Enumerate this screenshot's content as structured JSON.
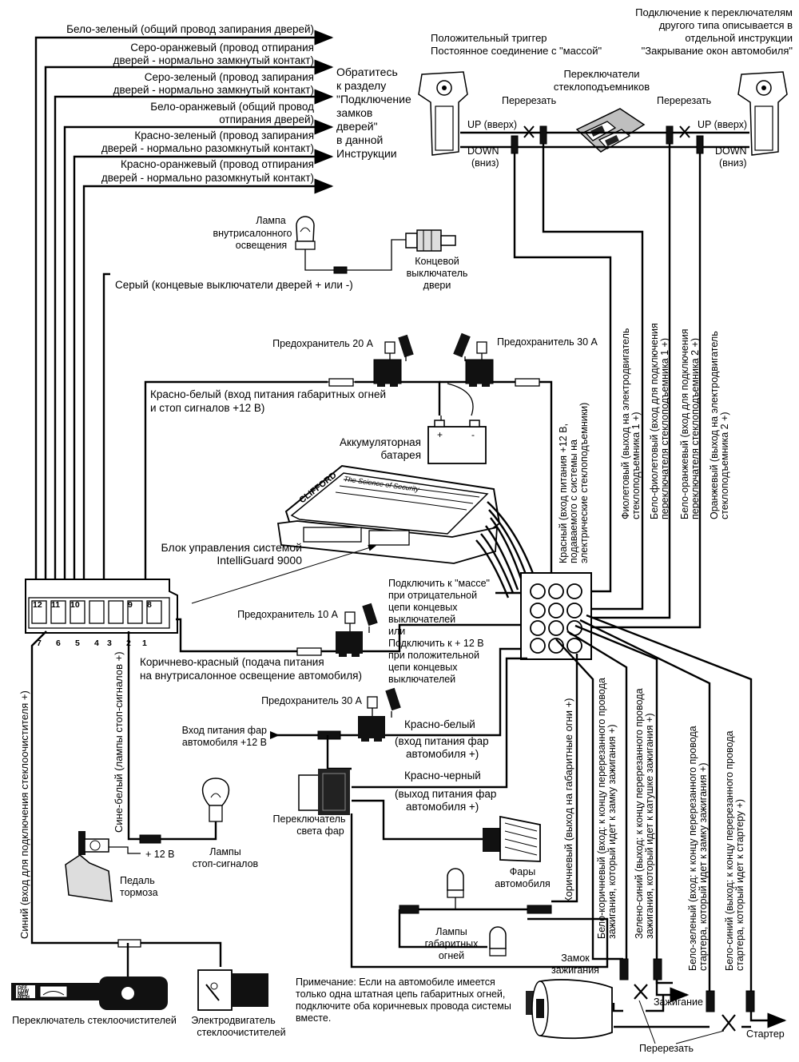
{
  "top": {
    "other_switch_note": [
      "Подключение к переключателям",
      "другого типа описывается в",
      "отдельной инструкции",
      "\"Закрывание окон автомобиля\""
    ],
    "positive_trigger": "Положительный триггер",
    "ground_constant": "Постоянное соединение с \"массой\"",
    "window_switches": [
      "Переключатели",
      "стеклоподъемников"
    ],
    "cut": "Перерезать",
    "up": "UP (вверх)",
    "down": [
      "DOWN",
      "(вниз)"
    ]
  },
  "locks": {
    "wires": [
      [
        "Бело-зеленый (общий провод запирания дверей)"
      ],
      [
        "Серо-оранжевый (провод отпирания",
        "дверей - нормально замкнутый контакт)"
      ],
      [
        "Серо-зеленый (провод запирания",
        "дверей - нормально замкнутый контакт)"
      ],
      [
        "Бело-оранжевый (общий провод",
        "отпирания дверей)"
      ],
      [
        "Красно-зеленый (провод запирания",
        "дверей - нормально разомкнутый контакт)"
      ],
      [
        "Красно-оранжевый (провод отпирания",
        "дверей - нормально разомкнутый контакт)"
      ]
    ],
    "refer": [
      "Обратитесь",
      "к разделу",
      "\"Подключение",
      "замков",
      "дверей\"",
      "в данной",
      "Инструкции"
    ]
  },
  "interior": {
    "lamp": [
      "Лампа",
      "внутрисалонного",
      "освещения"
    ],
    "door_switch": [
      "Концевой",
      "выключатель",
      "двери"
    ],
    "gray_wire": "Серый (концевые выключатели дверей + или -)"
  },
  "power": {
    "fuse20": "Предохранитель 20 А",
    "fuse30": "Предохранитель 30 А",
    "red_white": [
      "Красно-белый (вход питания габаритных огней",
      "и стоп сигналов +12 В)"
    ],
    "battery": [
      "Аккумуляторная",
      "батарея"
    ],
    "red_wire": [
      "Красный (вход питания +12 В,",
      "подаваемого с системы на",
      "электрические стеклоподъемники)"
    ]
  },
  "windows": {
    "violet": [
      "Фиолетовый (выход на электродвигатель",
      "стеклоподъемника 1 +)"
    ],
    "white_violet": [
      "Бело-фиолетовый (вход для подключения",
      "переключателя стеклоподъемника 1 +)"
    ],
    "white_orange": [
      "Бело-оранжевый (вход для подключения",
      "переключателя стеклоподъемника 2 +)"
    ],
    "orange": [
      "Оранжевый (выход на электродвигатель",
      "стеклоподъемника 2 +)"
    ]
  },
  "unit": {
    "label": [
      "Блок управления системой",
      "IntelliGuard 9000"
    ],
    "brand": "CLIFFORD",
    "slogan": "The Science of Security",
    "connector_pins_top": [
      "12",
      "11",
      "10",
      "9",
      "8"
    ],
    "connector_pins_bottom": [
      "7",
      "6",
      "5",
      "4",
      "3",
      "2",
      "1"
    ],
    "plug_pins": [
      "1",
      "2",
      "3",
      "4",
      "5",
      "6",
      "7",
      "8",
      "9",
      "10",
      "11",
      "12"
    ]
  },
  "ground_note": [
    "Подключить к \"массе\"",
    "при отрицательной",
    "цепи концевых",
    "выключателей",
    "или",
    "Подключить к + 12 В",
    "при положительной",
    "цепи концевых",
    "выключателей"
  ],
  "lighting": {
    "fuse10": "Предохранитель 10 А",
    "brown_red": [
      "Коричнево-красный (подача питания",
      "на внутрисалонное освещение автомобиля)"
    ],
    "fuse30b": "Предохранитель 30 А",
    "headlight_in": [
      "Вход питания фар",
      "автомобиля +12 В"
    ],
    "red_white2": [
      "Красно-белый",
      "(вход питания фар",
      "автомобиля +)"
    ],
    "red_black": [
      "Красно-черный",
      "(выход питания фар",
      "автомобиля +)"
    ],
    "light_switch": [
      "Переключатель",
      "света фар"
    ],
    "headlights": [
      "Фары",
      "автомобиля"
    ],
    "parking_lamps": [
      "Лампы",
      "габаритных",
      "огней"
    ],
    "brown": "Коричневый (выход на габаритные огни +)"
  },
  "brake": {
    "blue_white": "Сине-белый (лампы стоп-сигналов +)",
    "plus12": "+ 12 В",
    "lamps": [
      "Лампы",
      "стоп-сигналов"
    ],
    "pedal": [
      "Педаль",
      "тормоза"
    ]
  },
  "wiper": {
    "blue": "Синий (вход для подключения стеклоочистителя +)",
    "switch": "Переключатель стеклоочистителей",
    "switch_marks": [
      "OFF",
      "LOW",
      "MED",
      "HIGH"
    ],
    "motor": [
      "Электродвигатель",
      "стеклоочистителей"
    ]
  },
  "ignition": {
    "white_brown": [
      "Бело-коричневый (вход: к концу перерезанного провода",
      "зажигания, который идет к замку зажигания +)"
    ],
    "green_blue": [
      "Зелено-синий (выход: к концу перерезанного провода",
      "зажигания, который идет к катушке зажигания +)"
    ],
    "white_green": [
      "Бело-зеленый (вход: к концу перерезанного провода",
      "стартера, который идет к замку зажигания +)"
    ],
    "white_blue": [
      "Бело-синий (выход: к концу перерезанного провода",
      "стартера, который идет к стартеру +)"
    ],
    "lock": [
      "Замок",
      "зажигания"
    ],
    "ignition_out": "Зажигание",
    "starter_out": "Стартер",
    "cut": "Перерезать"
  },
  "note": [
    "Примечание: Если на автомобиле имеется",
    "только одна штатная цепь габаритных огней,",
    "подключите оба коричневых провода системы",
    "вместе."
  ]
}
